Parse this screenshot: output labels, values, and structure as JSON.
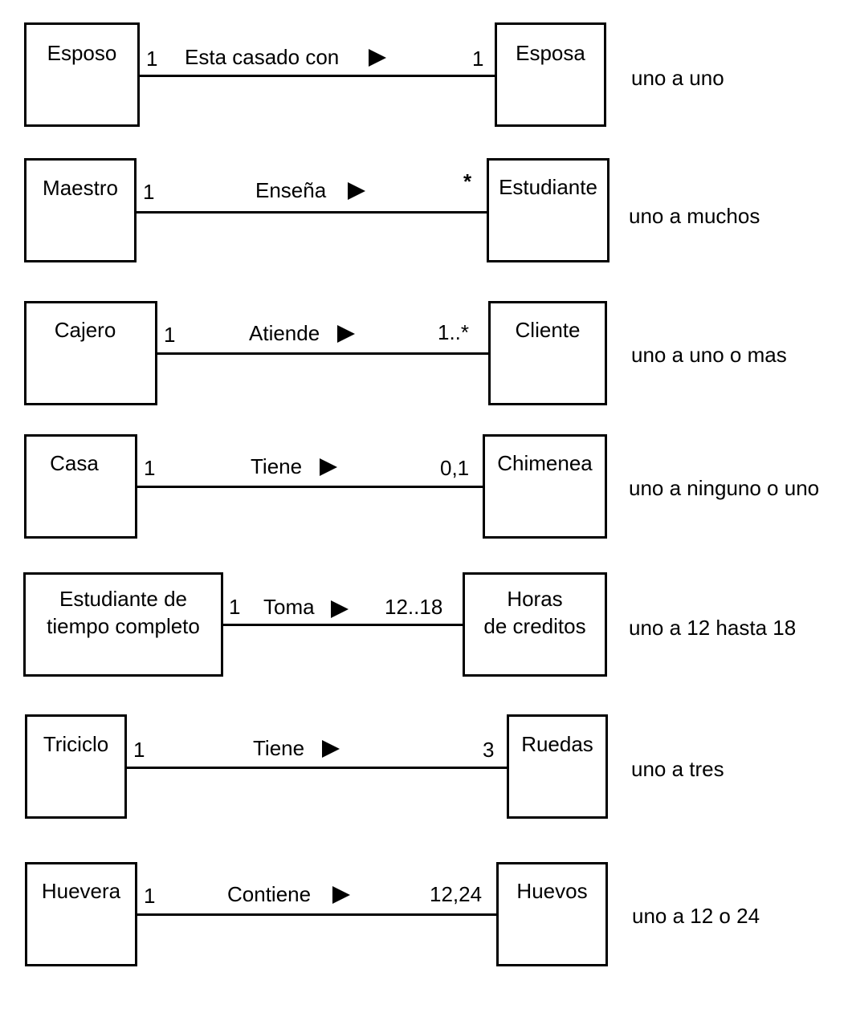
{
  "associations": [
    {
      "left": "Esposo",
      "left_mult": "1",
      "label": "Esta casado con",
      "right_mult": "1",
      "right": "Esposa",
      "description": "uno a uno"
    },
    {
      "left": "Maestro",
      "left_mult": "1",
      "label": "Enseña",
      "right_mult": "*",
      "right": "Estudiante",
      "description": "uno a muchos"
    },
    {
      "left": "Cajero",
      "left_mult": "1",
      "label": "Atiende",
      "right_mult": "1..*",
      "right": "Cliente",
      "description": "uno a uno o mas"
    },
    {
      "left": "Casa",
      "left_mult": "1",
      "label": "Tiene",
      "right_mult": "0,1",
      "right": "Chimenea",
      "description": "uno a ninguno o uno"
    },
    {
      "left": "Estudiante de\ntiempo completo",
      "left_mult": "1",
      "label": "Toma",
      "right_mult": "12..18",
      "right": "Horas\nde creditos",
      "description": "uno a 12 hasta 18"
    },
    {
      "left": "Triciclo",
      "left_mult": "1",
      "label": "Tiene",
      "right_mult": "3",
      "right": "Ruedas",
      "description": "uno a tres"
    },
    {
      "left": "Huevera",
      "left_mult": "1",
      "label": "Contiene",
      "right_mult": "12,24",
      "right": "Huevos",
      "description": "uno a 12 o 24"
    }
  ]
}
